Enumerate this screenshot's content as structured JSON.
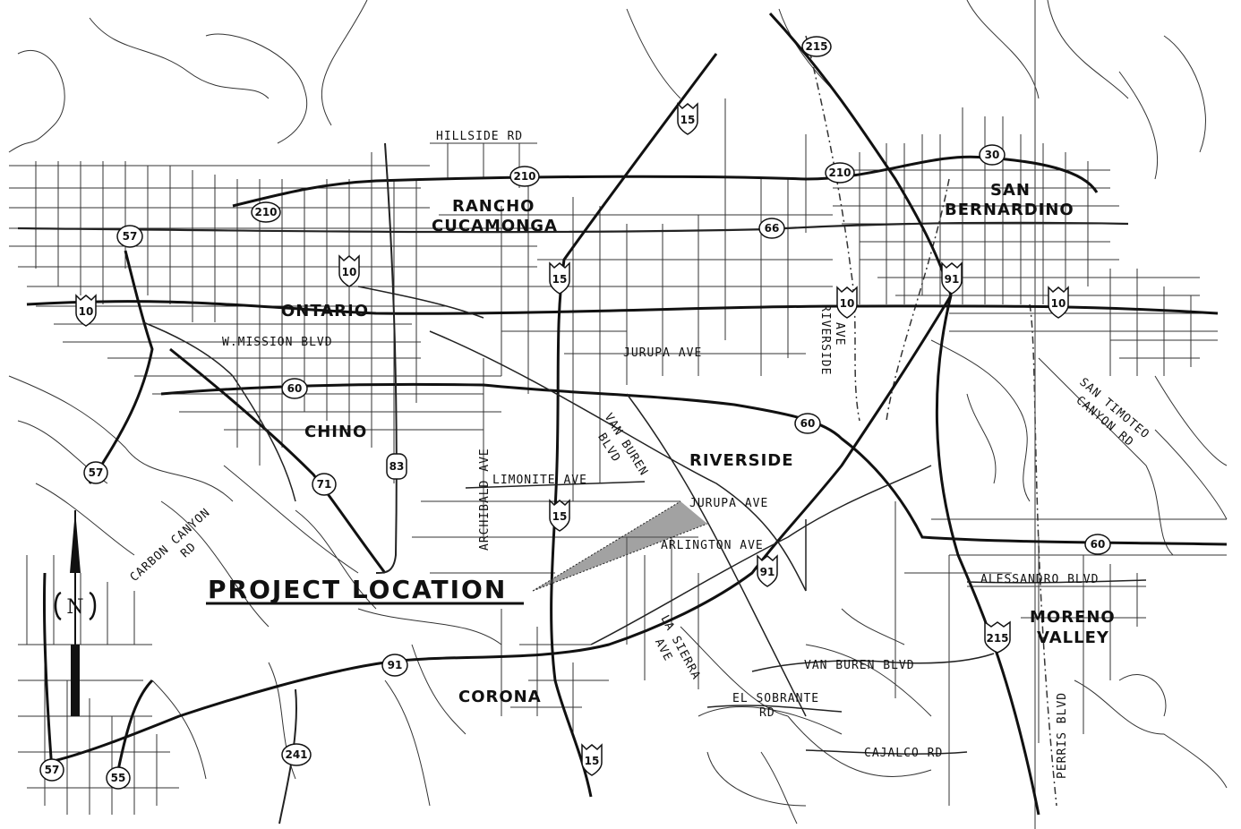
{
  "cities": [
    {
      "id": "rancho",
      "lines": [
        "RANCHO",
        "CUCAMONGA"
      ]
    },
    {
      "id": "san-bernardino",
      "lines": [
        "SAN",
        "BERNARDINO"
      ]
    },
    {
      "id": "ontario",
      "lines": [
        "ONTARIO"
      ]
    },
    {
      "id": "chino",
      "lines": [
        "CHINO"
      ]
    },
    {
      "id": "riverside",
      "lines": [
        "RIVERSIDE"
      ]
    },
    {
      "id": "corona",
      "lines": [
        "CORONA"
      ]
    },
    {
      "id": "moreno-valley",
      "lines": [
        "MORENO",
        "VALLEY"
      ]
    }
  ],
  "roads": {
    "hillside": "HILLSIDE RD",
    "mission": "W.MISSION BLVD",
    "jurupa_n": "JURUPA AVE",
    "riverside_ave": [
      "RIVERSIDE",
      "AVE"
    ],
    "san_timoteo": [
      "SAN TIMOTEO",
      "CANYON RD"
    ],
    "archibald": "ARCHIBALD AVE",
    "limonite": "LIMONITE AVE",
    "van_buren_n": [
      "VAN BUREN",
      "BLVD"
    ],
    "jurupa_s": "JURUPA AVE",
    "arlington": "ARLINGTON AVE",
    "carbon_canyon": [
      "CARBON CANYON",
      "RD"
    ],
    "alessandro": "ALESSANDRO BLVD",
    "la_sierra": [
      "LA SIERRA",
      "AVE"
    ],
    "van_buren_s": "VAN BUREN BLVD",
    "el_sobrante": [
      "EL SOBRANTE",
      "RD"
    ],
    "cajalco": "CAJALCO RD",
    "perris": "PERRIS BLVD"
  },
  "project_label": "PROJECT LOCATION",
  "north_label": "N",
  "shields": {
    "i215_n": "215",
    "i15_n": "15",
    "r30": "30",
    "r210_e": "210",
    "r210_c": "210",
    "r210_w": "210",
    "r57_n": "57",
    "r66": "66",
    "i10_c": "10",
    "i15_c": "15",
    "r91_n": "91",
    "i10_w": "10",
    "i10_e1": "10",
    "i10_e2": "10",
    "r60_w": "60",
    "r60_c": "60",
    "r57_s": "57",
    "r71": "71",
    "r83": "83",
    "i15_s": "15",
    "r60_e": "60",
    "r91_c": "91",
    "i215_s": "215",
    "r91_w": "91",
    "r241": "241",
    "i15_b": "15",
    "r57_b": "57",
    "r55": "55"
  }
}
